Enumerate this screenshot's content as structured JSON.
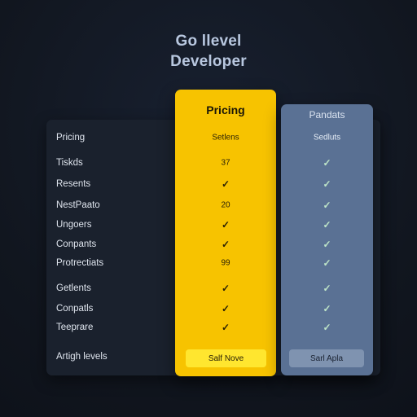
{
  "header": {
    "title_line1": "Go llevel",
    "title_line2": "Developer"
  },
  "columns": {
    "yellow": {
      "heading": "Pricing",
      "button_label": "Salf Nove",
      "color": "#f7c300"
    },
    "blue": {
      "heading": "Pandats",
      "button_label": "Sarl Apla",
      "color": "#5a7194"
    }
  },
  "rows": [
    {
      "label": "Pricing",
      "yellow": {
        "kind": "text",
        "text": "Setlens"
      },
      "blue": {
        "kind": "text",
        "text": "Sedluts"
      }
    },
    {
      "label": "Tiskds",
      "yellow": {
        "kind": "text",
        "text": "37"
      },
      "blue": {
        "kind": "check",
        "text": "✓"
      }
    },
    {
      "label": "Resents",
      "yellow": {
        "kind": "check",
        "text": "✓"
      },
      "blue": {
        "kind": "check",
        "text": "✓"
      }
    },
    {
      "label": "NestPaato",
      "yellow": {
        "kind": "text",
        "text": "20"
      },
      "blue": {
        "kind": "check",
        "text": "✓"
      }
    },
    {
      "label": "Ungoers",
      "yellow": {
        "kind": "check",
        "text": "✓"
      },
      "blue": {
        "kind": "check",
        "text": "✓"
      }
    },
    {
      "label": "Conpants",
      "yellow": {
        "kind": "check",
        "text": "✓"
      },
      "blue": {
        "kind": "check",
        "text": "✓"
      }
    },
    {
      "label": "Protrectiats",
      "yellow": {
        "kind": "text",
        "text": "99"
      },
      "blue": {
        "kind": "check",
        "text": "✓"
      }
    },
    {
      "label": "Getlents",
      "yellow": {
        "kind": "check",
        "text": "✓"
      },
      "blue": {
        "kind": "check",
        "text": "✓"
      }
    },
    {
      "label": "Conpatls",
      "yellow": {
        "kind": "check",
        "text": "✓"
      },
      "blue": {
        "kind": "check",
        "text": "✓"
      }
    },
    {
      "label": "Teeprare",
      "yellow": {
        "kind": "check",
        "text": "✓"
      },
      "blue": {
        "kind": "check",
        "text": "✓"
      }
    },
    {
      "label": "Artigh levels"
    }
  ]
}
